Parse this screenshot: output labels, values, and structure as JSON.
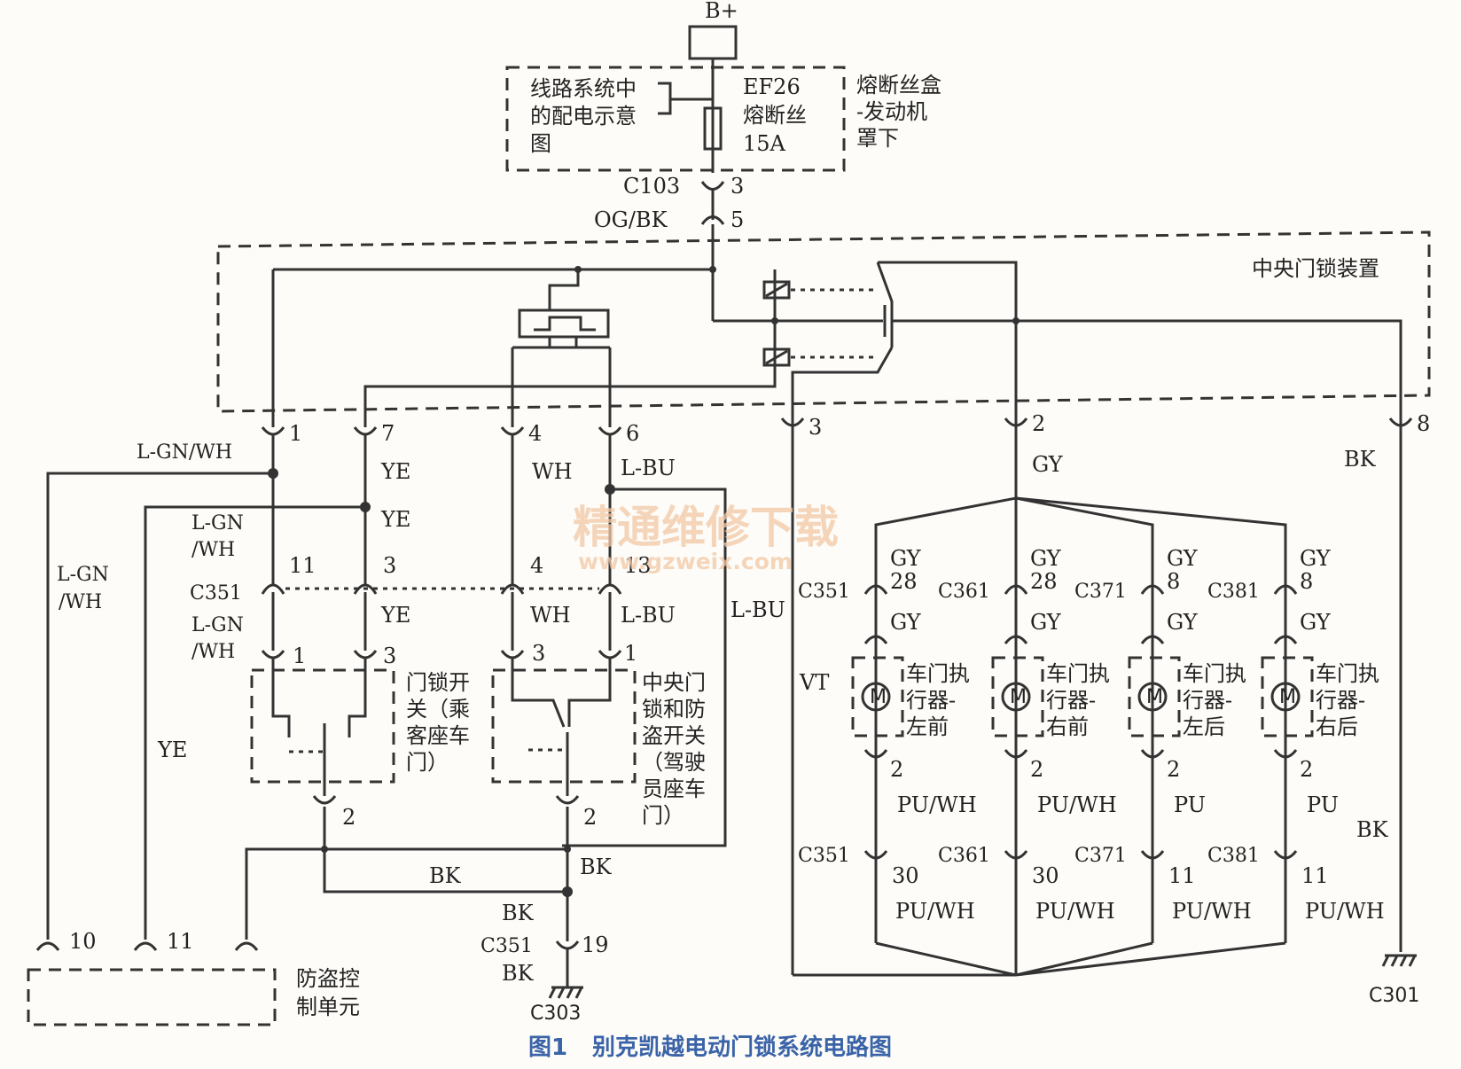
{
  "power": {
    "label": "B+"
  },
  "fuse_box": {
    "description": "线路系统中的配电示意图",
    "fuse_line1": "EF26",
    "fuse_line2": "熔断丝",
    "fuse_line3": "15A",
    "location_line1": "熔断丝盒",
    "location_line2": "-发动机",
    "location_line3": "罩下"
  },
  "connector_c103": {
    "name": "C103",
    "pin_top": "3",
    "pin_bottom": "5",
    "wire": "OG/BK"
  },
  "central_unit": {
    "label": "中央门锁装置",
    "pins": [
      "1",
      "7",
      "4",
      "6",
      "3",
      "2",
      "8"
    ]
  },
  "wires": {
    "lgnwh": "L-GN/WH",
    "ye": "YE",
    "wh": "WH",
    "lbu": "L-BU",
    "gy": "GY",
    "bk": "BK",
    "vt": "VT",
    "puwh": "PU/WH",
    "pu": "PU"
  },
  "connector_c351_upper": {
    "name": "C351",
    "pins": [
      "11",
      "3",
      "4",
      "13"
    ]
  },
  "passenger_switch": {
    "label_lines": [
      "门锁开",
      "关（乘",
      "客座车",
      "门）"
    ],
    "pins": [
      "1",
      "3",
      "2"
    ]
  },
  "driver_switch": {
    "label_lines": [
      "中央门",
      "锁和防",
      "盗开关",
      "（驾驶",
      "员座车",
      "门）"
    ],
    "pins": [
      "3",
      "1",
      "2"
    ]
  },
  "actuators": [
    {
      "conn": "C351",
      "pin_in": "28",
      "pin_out": "30",
      "label_lines": [
        "车门执",
        "行器-",
        "左前"
      ],
      "wire_out": "PU/WH"
    },
    {
      "conn": "C361",
      "pin_in": "28",
      "pin_out": "30",
      "label_lines": [
        "车门执",
        "行器-",
        "右前"
      ],
      "wire_out": "PU/WH"
    },
    {
      "conn": "C371",
      "pin_in": "8",
      "pin_out": "11",
      "label_lines": [
        "车门执",
        "行器-",
        "左后"
      ],
      "wire_out": "PU"
    },
    {
      "conn": "C381",
      "pin_in": "8",
      "pin_out": "11",
      "label_lines": [
        "车门执",
        "行器-",
        "右后"
      ],
      "wire_out": "PU"
    }
  ],
  "actuator_pin": "2",
  "theft_unit": {
    "label_lines": [
      "防盗控",
      "制单元"
    ],
    "pins": [
      "10",
      "11"
    ]
  },
  "ground": {
    "c351_pin": "19",
    "g1": "C303",
    "g2": "C301"
  },
  "motor_symbol": "M",
  "watermark": {
    "line1": "精通维修下载",
    "line2": "www.gzweix.com"
  },
  "caption": {
    "number": "图1",
    "title": "别克凯越电动门锁系统电路图"
  },
  "colors": {
    "line": "#333333",
    "caption": "#3a63a8",
    "watermark": "#f3c9a6"
  }
}
